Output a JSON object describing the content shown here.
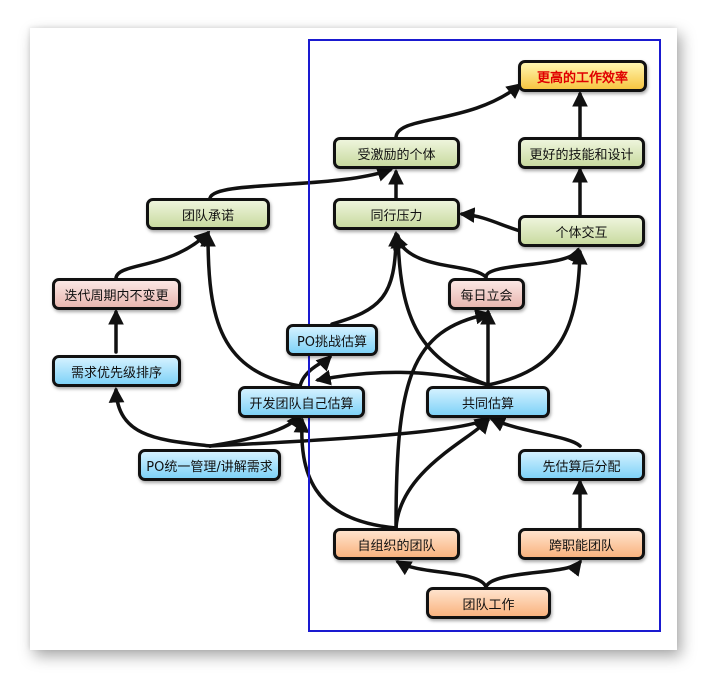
{
  "nodes": {
    "higher_efficiency": "更高的工作效率",
    "motivated_individual": "受激励的个体",
    "better_skills_design": "更好的技能和设计",
    "team_commitment": "团队承诺",
    "peer_pressure": "同行压力",
    "individual_interaction": "个体交互",
    "no_change_in_iteration": "迭代周期内不变更",
    "daily_standup": "每日立会",
    "po_challenge_estimate": "PO挑战估算",
    "prioritize_requirements": "需求优先级排序",
    "team_self_estimate": "开发团队自己估算",
    "joint_estimate": "共同估算",
    "po_manage_explain": "PO统一管理/讲解需求",
    "estimate_then_assign": "先估算后分配",
    "self_organizing_team": "自组织的团队",
    "cross_functional_team": "跨职能团队",
    "teamwork": "团队工作"
  },
  "colors": {
    "outcome": "#f7c542",
    "benefit": "#c9dba0",
    "constraint": "#e8b7b0",
    "practice": "#7fd2f7",
    "foundation": "#f9b37f",
    "highlight_text": "#e00000",
    "box_border": "#1a1ad0"
  }
}
